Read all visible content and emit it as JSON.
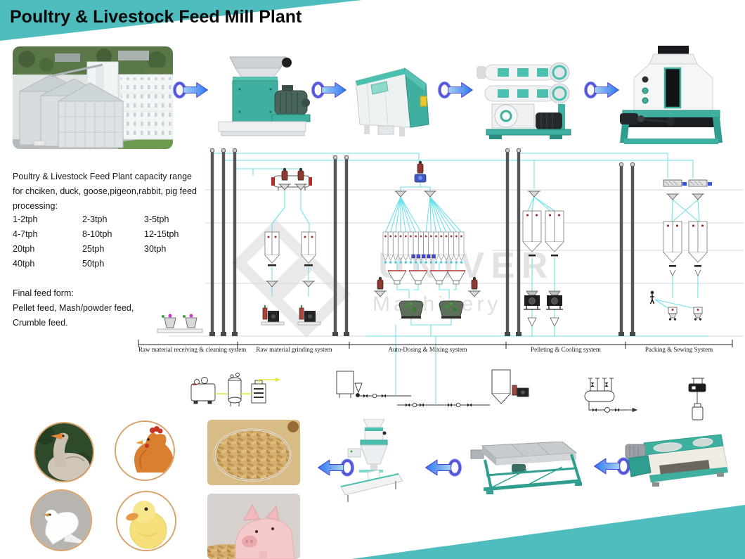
{
  "header": {
    "title": "Poultry & Livestock Feed Mill Plant",
    "band_color": "#4fbdbe"
  },
  "watermark": {
    "brand": "UNIVER",
    "sub": "Machinery"
  },
  "intro": {
    "lines": [
      "Poultry & Livestock Feed Plant capacity range",
      "for chciken, duck, goose,pigeon,rabbit, pig feed",
      "processing:"
    ]
  },
  "capacity_rows": [
    [
      "1-2tph",
      "2-3tph",
      "3-5tph"
    ],
    [
      "4-7tph",
      "8-10tph",
      "12-15tph"
    ],
    [
      "20tph",
      "25tph",
      "30tph"
    ],
    [
      "40tph",
      "50tph",
      ""
    ]
  ],
  "final_feed": {
    "heading": "Final feed form:",
    "lines": [
      "Pellet feed, Mash/powder feed,",
      "Crumble feed."
    ]
  },
  "flow_sections": [
    {
      "label": "Raw material receiving & cleaning system"
    },
    {
      "label": "Raw material grinding system"
    },
    {
      "label": "Auto-Dosing & Mixing system"
    },
    {
      "label": "Pelleting & Cooling system"
    },
    {
      "label": "Packing & Sewing System"
    }
  ],
  "top_row_images": [
    "feed-mill-plant-aerial-photo",
    "hammer-mill",
    "twin-shaft-paddle-mixer",
    "ring-die-pellet-mill",
    "counterflow-cooler"
  ],
  "bottom_row_images": [
    "goose",
    "chicken",
    "pigeon",
    "duckling",
    "feed-pellets",
    "piglet",
    "bagging-packing-machine",
    "rotary-grading-sieve",
    "crumbler"
  ],
  "colors": {
    "teal_band": "#4fbdbe",
    "machine_teal": "#3fb0a0",
    "arrow_blue": "#3b82f2",
    "pipe_cyan": "#6fe0ea"
  }
}
